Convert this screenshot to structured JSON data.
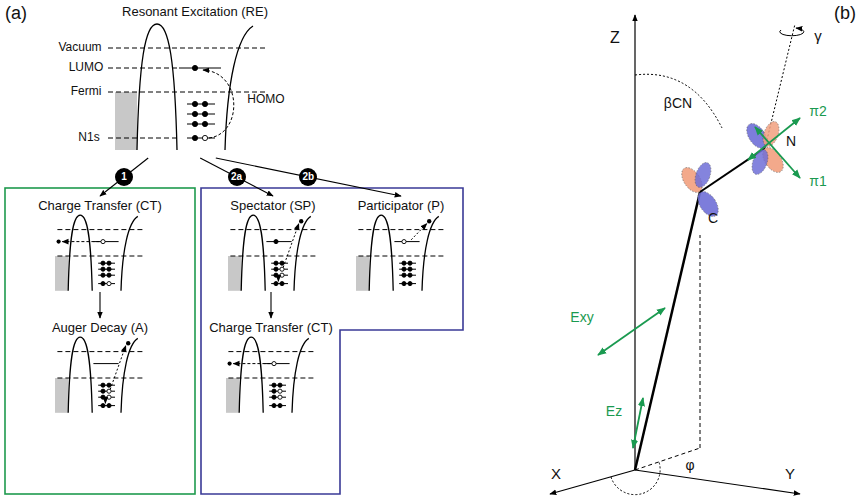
{
  "diagram": {
    "nodes": [
      {
        "text": [
          "Resonant Excitation (RE)"
        ]
      },
      {
        "text": [
          "Charge Transfer (CT)"
        ]
      },
      {
        "text": [
          "Auger Decay (A)"
        ]
      },
      {
        "text": [
          "Spectator (SP)"
        ]
      },
      {
        "text": [
          "Participator (P)"
        ]
      },
      {
        "text": [
          "Charge Transfer (CT)"
        ]
      }
    ],
    "edges": [
      {
        "from": 0,
        "to": 1,
        "label": "1",
        "arrow": "to"
      },
      {
        "from": 0,
        "to": 3,
        "label": "2a",
        "arrow": "to"
      },
      {
        "from": 0,
        "to": 4,
        "label": "2b",
        "arrow": "to"
      },
      {
        "from": 1,
        "to": 2,
        "arrow": "to"
      },
      {
        "from": 3,
        "to": 5,
        "arrow": "to"
      }
    ],
    "labels": [
      "(a)",
      "Vacuum",
      "LUMO",
      "Fermi",
      "N1s",
      "HOMO",
      "(b)",
      "Z",
      "βCN",
      "γ",
      "N",
      "C",
      "π2",
      "π1",
      "Exy",
      "Ez",
      "X",
      "Y",
      "φ"
    ]
  }
}
